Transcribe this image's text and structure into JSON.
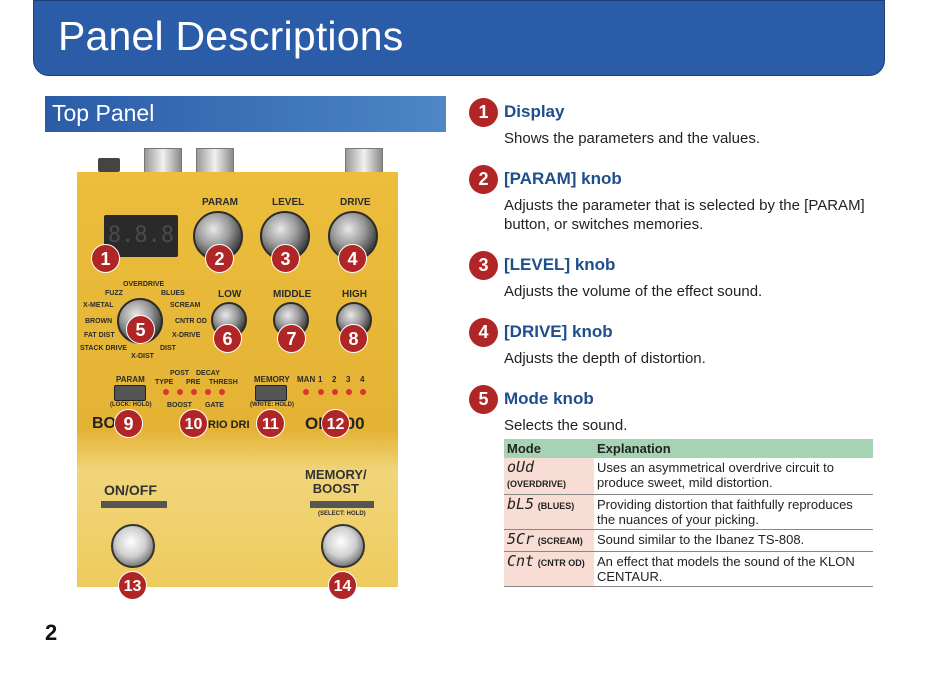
{
  "header": {
    "title": "Panel Descriptions"
  },
  "section": {
    "title": "Top Panel"
  },
  "page_number": "2",
  "pedal": {
    "display_text": "8.8.8",
    "labels": {
      "param": "PARAM",
      "level": "LEVEL",
      "drive": "DRIVE",
      "low": "LOW",
      "middle": "MIDDLE",
      "high": "HIGH",
      "mode_overdrive": "OVERDRIVE",
      "mode_fuzz": "FUZZ",
      "mode_blues": "BLUES",
      "mode_xmetal": "X-METAL",
      "mode_scream": "SCREAM",
      "mode_brown": "BROWN",
      "mode_cntrod": "CNTR OD",
      "mode_fatdist": "FAT DIST",
      "mode_xdrive": "X-DRIVE",
      "mode_stackdrive": "STACK DRIVE",
      "mode_dist": "DIST",
      "mode_xdist": "X-DIST",
      "param_btn": "PARAM",
      "lock_hold": "(LOCK: HOLD)",
      "post": "POST",
      "decay": "DECAY",
      "type": "TYPE",
      "pre": "PRE",
      "thresh": "THRESH",
      "boost": "BOOST",
      "gate": "GATE",
      "memory": "MEMORY",
      "write_hold": "(WRITE: HOLD)",
      "man": "MAN",
      "m1": "1",
      "m2": "2",
      "m3": "3",
      "m4": "4",
      "brand_left": "BOSS",
      "brand_mid": "RIO DRI",
      "brand_right": "OD-200",
      "onoff": "ON/OFF",
      "memory_boost": "MEMORY/\nBOOST",
      "select_hold": "(SELECT: HOLD)"
    },
    "callouts": [
      "1",
      "2",
      "3",
      "4",
      "5",
      "6",
      "7",
      "8",
      "9",
      "10",
      "11",
      "12",
      "13",
      "14"
    ]
  },
  "items": [
    {
      "num": "1",
      "title": "Display",
      "desc": "Shows the parameters and the values."
    },
    {
      "num": "2",
      "title": "[PARAM] knob",
      "desc": "Adjusts the parameter that is selected by the [PARAM] button, or switches memories."
    },
    {
      "num": "3",
      "title": "[LEVEL] knob",
      "desc": "Adjusts the volume of the effect sound."
    },
    {
      "num": "4",
      "title": "[DRIVE] knob",
      "desc": "Adjusts the depth of distortion."
    },
    {
      "num": "5",
      "title": "Mode knob",
      "desc": "Selects the sound."
    }
  ],
  "mode_table": {
    "headers": [
      "Mode",
      "Explanation"
    ],
    "rows": [
      {
        "display": "oUd",
        "name": "(OVERDRIVE)",
        "explanation": "Uses an asymmetrical overdrive circuit to produce sweet, mild distortion."
      },
      {
        "display": "bL5",
        "name": "(BLUES)",
        "explanation": "Providing distortion that faithfully reproduces the nuances of your picking."
      },
      {
        "display": "5Cr",
        "name": "(SCREAM)",
        "explanation": "Sound similar to the Ibanez TS-808."
      },
      {
        "display": "Cnt",
        "name": "(CNTR OD)",
        "explanation": "An effect that models the sound of the KLON CENTAUR."
      }
    ]
  }
}
